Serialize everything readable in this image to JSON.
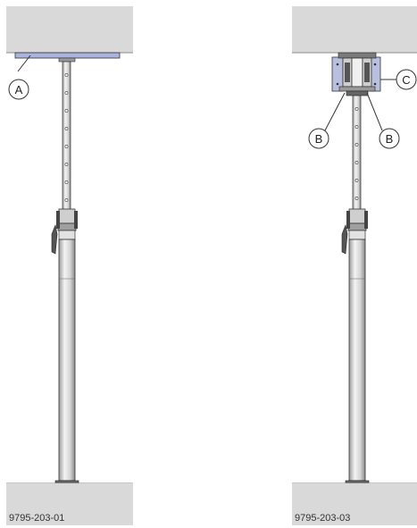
{
  "figures": [
    {
      "code": "9795-203-01",
      "callouts": [
        "A"
      ]
    },
    {
      "code": "9795-203-03",
      "callouts": [
        "B",
        "B",
        "C"
      ]
    }
  ],
  "colors": {
    "slab": "#d9d9d9",
    "slab_edge": "#8c8c8c",
    "plate": "#a9b4e0",
    "bracket": "#b9c0df",
    "prop_light": "#f2f2f2",
    "prop_mid": "#cfcfcf",
    "prop_dark": "#555555",
    "outline": "#333333"
  }
}
